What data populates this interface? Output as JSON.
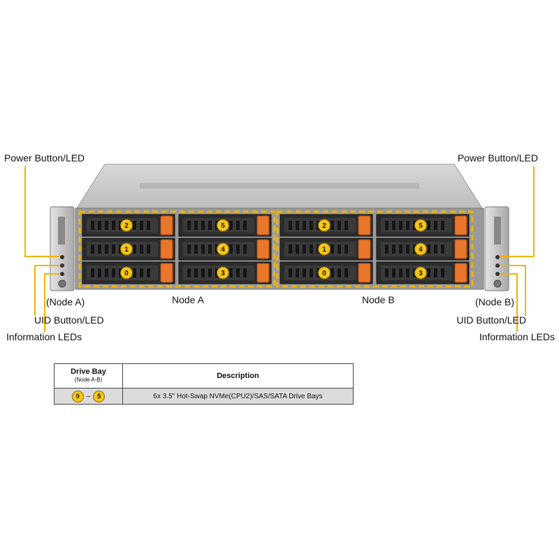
{
  "labels": {
    "power_left": "Power Button/LED",
    "power_right": "Power Button/LED",
    "node_a_paren": "(Node A)",
    "node_b_paren": "(Node B)",
    "node_a": "Node A",
    "node_b": "Node B",
    "uid_left": "UID Button/LED",
    "uid_right": "UID Button/LED",
    "info_left": "Information LEDs",
    "info_right": "Information LEDs"
  },
  "bays": {
    "node_a": [
      [
        "2",
        "5"
      ],
      [
        "1",
        "4"
      ],
      [
        "0",
        "3"
      ]
    ],
    "node_b": [
      [
        "2",
        "5"
      ],
      [
        "1",
        "4"
      ],
      [
        "0",
        "3"
      ]
    ]
  },
  "table": {
    "header_col1": "Drive Bay",
    "header_col1_sub": "(Node A-B)",
    "header_col2": "Description",
    "row": {
      "bay_from": "0",
      "bay_to": "5",
      "description": "6x 3.5\" Hot-Swap NVMe(CPU2)/SAS/SATA Drive Bays"
    }
  },
  "colors": {
    "callout": "#f0b400",
    "bay_number": "#f5c518",
    "drive_handle": "#e8762b",
    "chassis": "#c9c9c9"
  }
}
